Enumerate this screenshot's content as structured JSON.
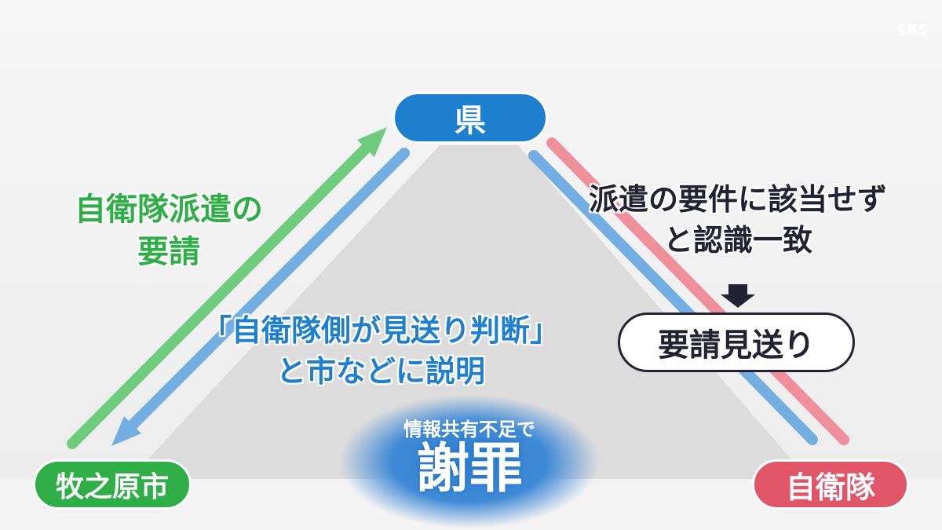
{
  "logo": "SBS",
  "nodes": {
    "prefecture": "県",
    "city": "牧之原市",
    "sdf": "自衛隊"
  },
  "labels": {
    "request_line1": "自衛隊派遣の",
    "request_line2": "要請",
    "explain_line1": "「自衛隊側が見送り判断」",
    "explain_line2": "と市などに説明",
    "agree_line1": "派遣の要件に該当せず",
    "agree_line2": "と認識一致",
    "decision": "要請見送り",
    "apology_sub": "情報共有不足で",
    "apology_main": "謝罪"
  },
  "colors": {
    "green": "#2fae48",
    "blue": "#1f7fcf",
    "red": "#e05567",
    "dark": "#222233"
  }
}
